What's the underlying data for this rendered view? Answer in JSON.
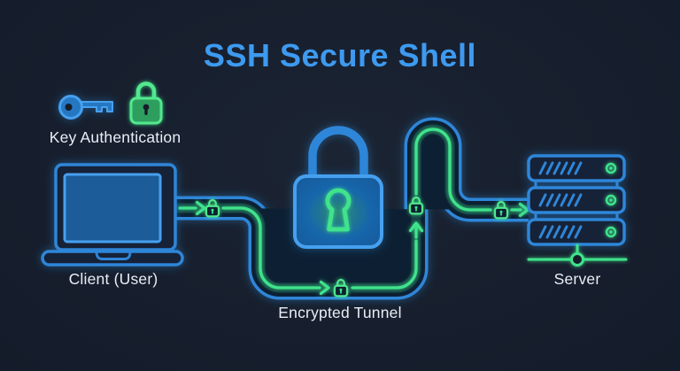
{
  "title": "SSH Secure Shell",
  "nodes": {
    "key_auth": {
      "label": "Key Authentication",
      "icons": [
        "key-icon",
        "padlock-icon"
      ]
    },
    "client": {
      "label": "Client (User)",
      "icon": "laptop-icon"
    },
    "tunnel": {
      "label": "Encrypted Tunnel",
      "icon": "tunnel-tube",
      "inline_lock_count": 4,
      "flow_arrow_count": 4
    },
    "padlock": {
      "icon": "padlock-icon"
    },
    "server": {
      "label": "Server",
      "icon": "server-icon",
      "unit_count": 3,
      "vents_per_unit": 6
    }
  },
  "colors": {
    "bg": "#1b2433",
    "bg-deep": "#141b2a",
    "title-blue": "#3d9af0",
    "blue": "#2f86d8",
    "blue-bright": "#46a0ef",
    "screen-blue": "#1d5c99",
    "key-blue": "#2677c2",
    "panel-dark": "#142138",
    "tube-fill": "#0d2033",
    "green": "#40e38c",
    "green-edge": "#52e88e",
    "green-mid": "#2e9e5e",
    "lock-body": "#1766ab",
    "lock-body-deep": "#145a9a",
    "keyhole-glow": "#2b8a74",
    "text": "#e9eef5"
  }
}
